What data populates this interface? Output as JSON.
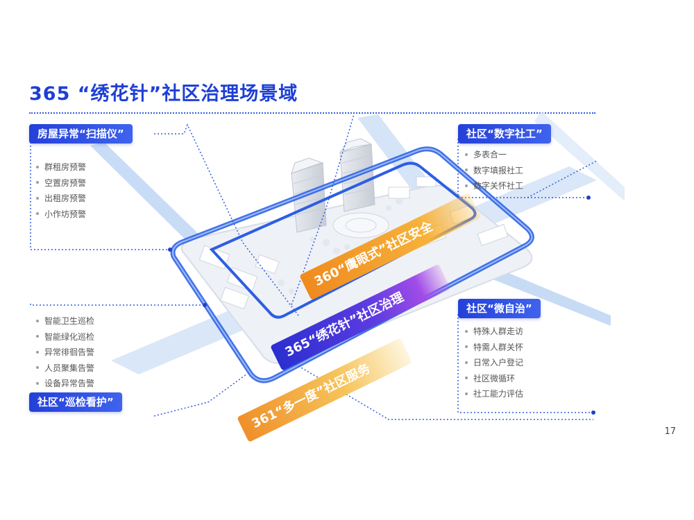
{
  "title": "365 “绣花针”社区治理场景域",
  "page_number": "17",
  "colors": {
    "primary": "#1e3fd6",
    "accent_orange": "#f39a2a",
    "line": "#2f5be0"
  },
  "panels": {
    "top_left": {
      "label": "房屋异常“扫描仪”",
      "items": [
        "群租房预警",
        "空置房预警",
        "出租房预警",
        "小作坊预警"
      ]
    },
    "top_right": {
      "label": "社区“数字社工”",
      "items": [
        "多表合一",
        "数字填报社工",
        "数字关怀社工"
      ]
    },
    "bottom_left": {
      "label": "社区“巡检看护”",
      "items": [
        "智能卫生巡检",
        "智能绿化巡检",
        "异常徘徊告警",
        "人员聚集告警",
        "设备异常告警"
      ]
    },
    "bottom_right": {
      "label": "社区“微自治”",
      "items": [
        "特殊人群走访",
        "特需人群关怀",
        "日常入户登记",
        "社区微循环",
        "社工能力评估"
      ]
    }
  },
  "banners": {
    "safety": "360“鹰眼式”社区安全",
    "governance": "365“绣花针”社区治理",
    "service": "361“多一度”社区服务"
  }
}
